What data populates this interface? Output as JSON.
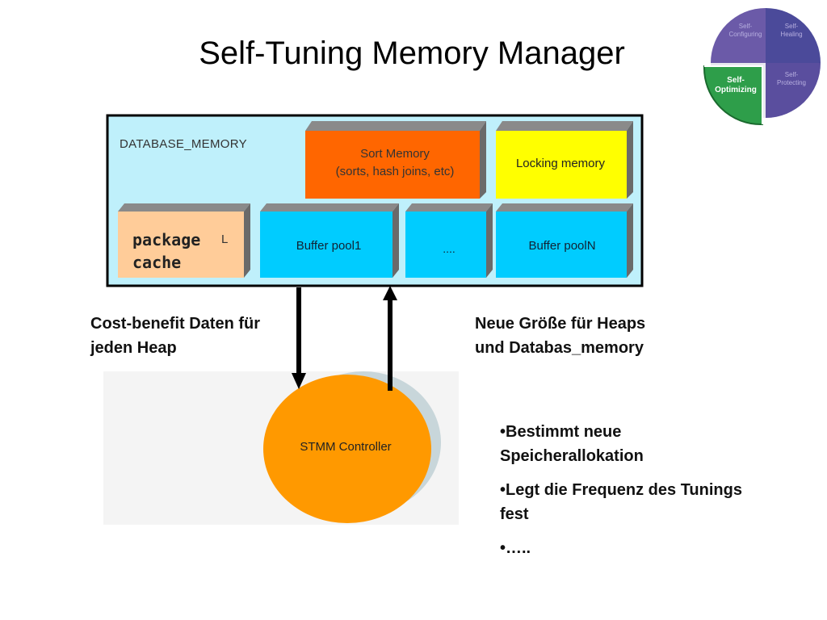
{
  "slide": {
    "title": "Self-Tuning Memory Manager"
  },
  "wheel": {
    "segments": [
      {
        "label": "Self-\nConfiguring",
        "color": "#6b5aa8"
      },
      {
        "label": "Self-\nHealing",
        "color": "#4b4a9a"
      },
      {
        "label": "Self-\nOptimizing",
        "color": "#2e9e4a"
      },
      {
        "label": "Self-\nProtecting",
        "color": "#5a4e9e"
      }
    ]
  },
  "diagram": {
    "memory_label": "DATABASE_MEMORY",
    "sort_memory": [
      "Sort Memory",
      "(sorts, hash joins, etc)"
    ],
    "locking_memory": "Locking memory",
    "package_cache": [
      "package",
      "cache"
    ],
    "package_mark": "L",
    "buffer_pool1": "Buffer pool1",
    "buffer_dots": "....",
    "buffer_pooln": "Buffer poolN",
    "controller": "STMM Controller",
    "cost_benefit": [
      "Cost-benefit Daten für",
      "jeden Heap"
    ],
    "new_size": [
      "Neue Größe für Heaps",
      "und Databas_memory"
    ]
  },
  "bullets": [
    "•Bestimmt neue Speicherallokation",
    "•Legt die Frequenz des Tunings fest",
    "•….."
  ],
  "colors": {
    "memory_bg": "#bff0fb",
    "sort": "#ff6600",
    "locking": "#ffff00",
    "package": "#ffcc99",
    "buffer": "#00ccff",
    "controller": "#ff9900"
  }
}
